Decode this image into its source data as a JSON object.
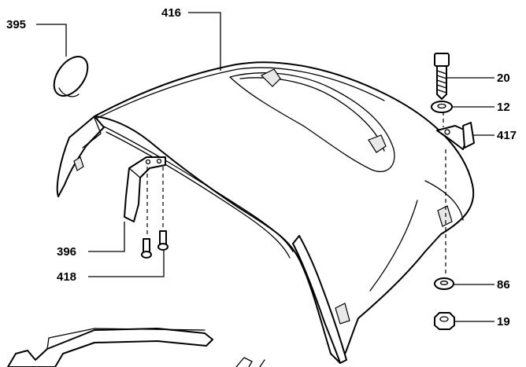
{
  "callouts": {
    "p395": "395",
    "p416": "416",
    "p20": "20",
    "p12": "12",
    "p417": "417",
    "p396": "396",
    "p418": "418",
    "p86": "86",
    "p19": "19"
  }
}
